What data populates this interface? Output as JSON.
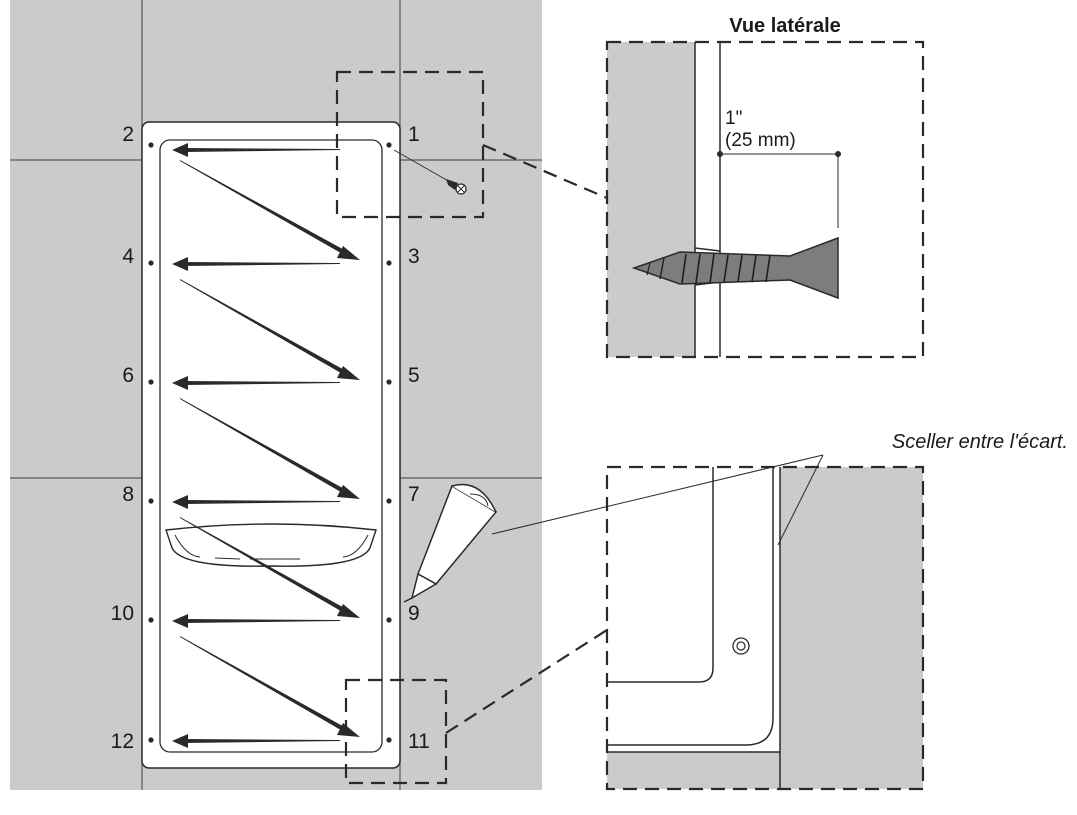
{
  "diagram": {
    "side_view_title": "Vue latérale",
    "dimension_inch": "1\"",
    "dimension_mm": "(25 mm)",
    "seal_note": "Sceller entre l'écart.",
    "screw_labels": [
      "1",
      "2",
      "3",
      "4",
      "5",
      "6",
      "7",
      "8",
      "9",
      "10",
      "11",
      "12"
    ]
  },
  "colors": {
    "wall_tile": "#cbcbcb",
    "grout_line": "#5a5a5a",
    "line": "#2a2a2a",
    "panel": "#ffffff"
  }
}
